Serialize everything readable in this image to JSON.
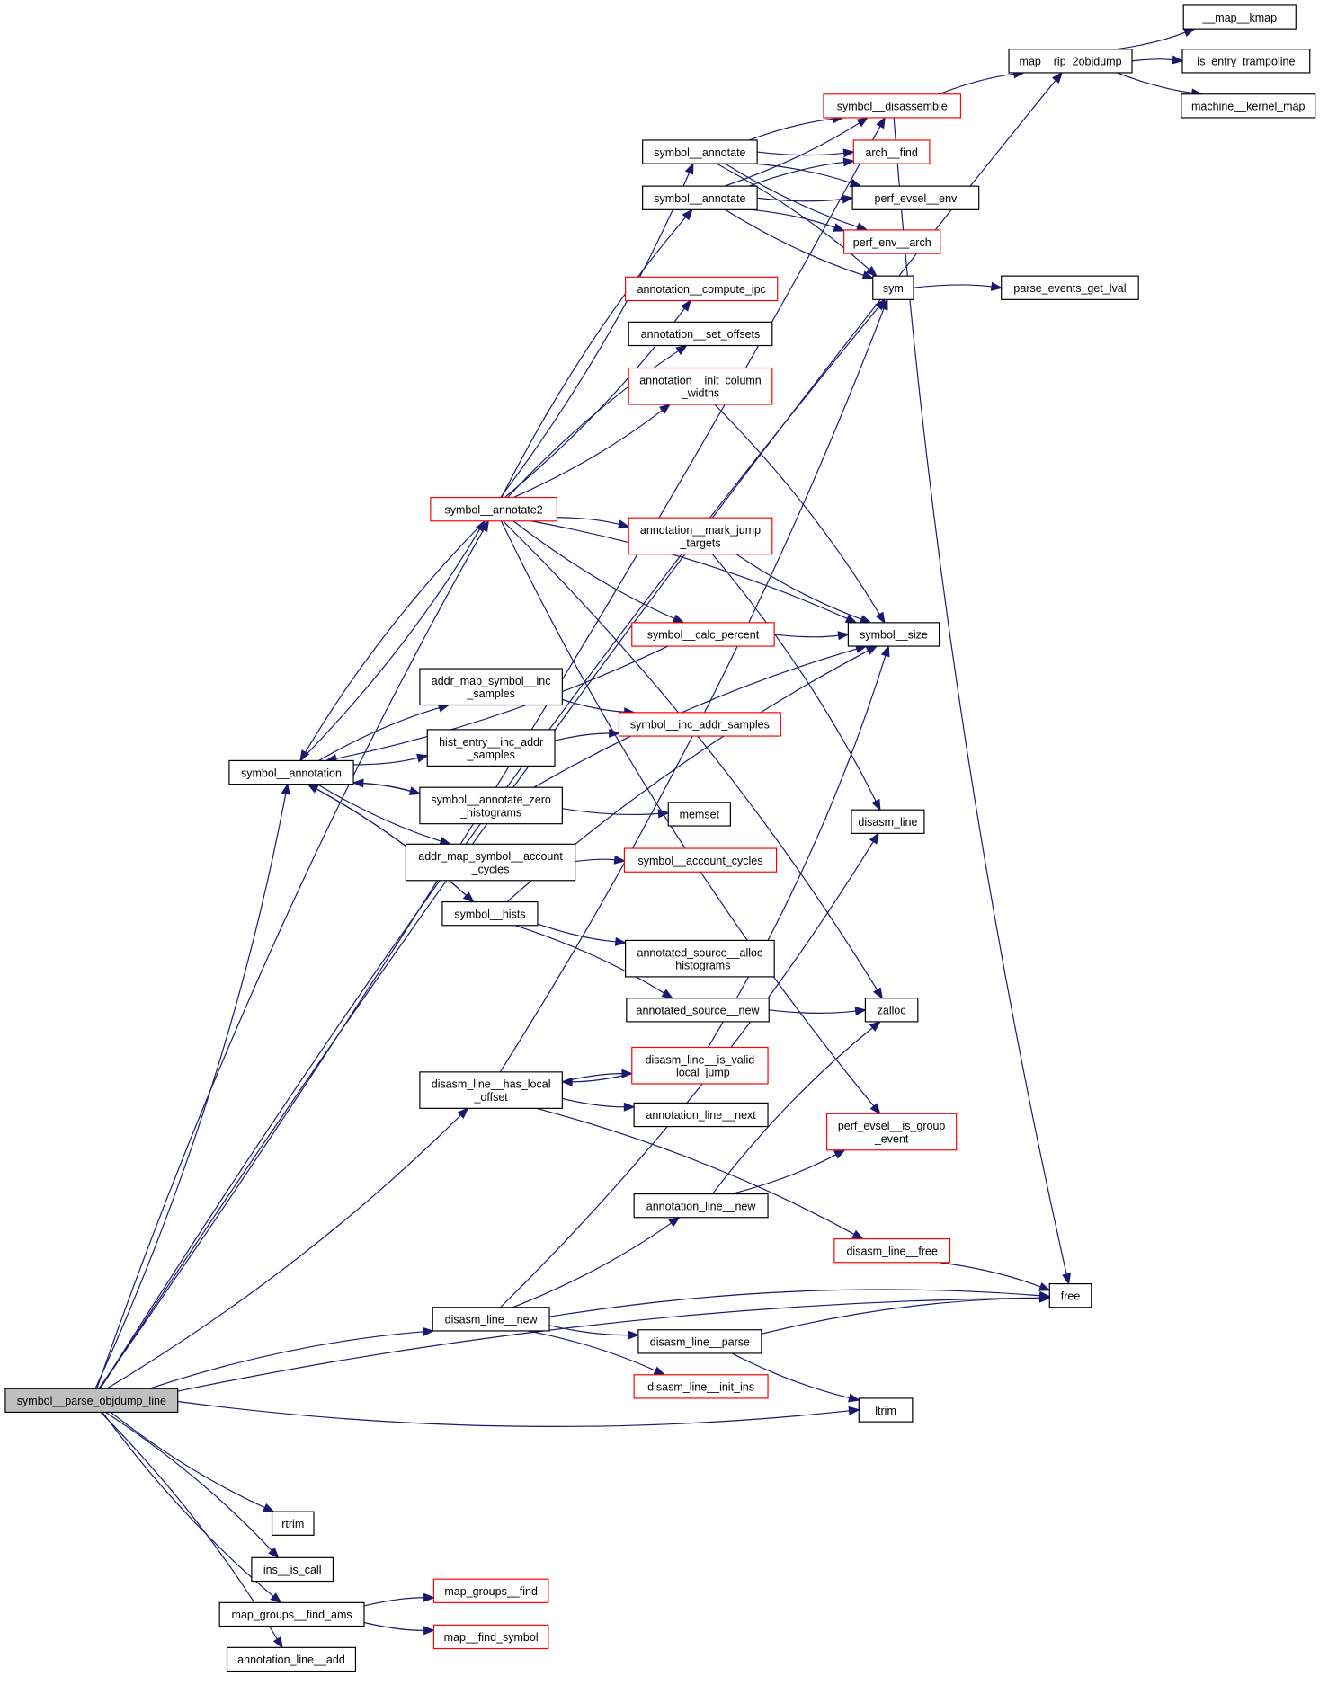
{
  "title": "symbol__parse_objdump_line call graph",
  "colors": {
    "edge": "#191970",
    "truncated_border": "#ff0000",
    "node_border": "#000000",
    "root_fill": "#bfbfbf"
  },
  "nodes": [
    {
      "id": "root",
      "label": [
        "symbol__parse_objdump_line"
      ],
      "root": true,
      "truncated": false
    },
    {
      "id": "map_rip",
      "label": [
        "map__rip_2objdump"
      ],
      "truncated": false
    },
    {
      "id": "map_kmap",
      "label": [
        "__map__kmap"
      ],
      "truncated": false
    },
    {
      "id": "is_entry",
      "label": [
        "is_entry_trampoline"
      ],
      "truncated": false
    },
    {
      "id": "kernel_map",
      "label": [
        "machine__kernel_map"
      ],
      "truncated": false
    },
    {
      "id": "disassemble",
      "label": [
        "symbol__disassemble"
      ],
      "truncated": true
    },
    {
      "id": "annotate_a",
      "label": [
        "symbol__annotate"
      ],
      "truncated": false
    },
    {
      "id": "annotate_b",
      "label": [
        "symbol__annotate"
      ],
      "truncated": false
    },
    {
      "id": "arch_find",
      "label": [
        "arch__find"
      ],
      "truncated": true
    },
    {
      "id": "evsel_env",
      "label": [
        "perf_evsel__env"
      ],
      "truncated": false
    },
    {
      "id": "env_arch",
      "label": [
        "perf_env__arch"
      ],
      "truncated": true
    },
    {
      "id": "sym",
      "label": [
        "sym"
      ],
      "truncated": false
    },
    {
      "id": "parse_lval",
      "label": [
        "parse_events_get_lval"
      ],
      "truncated": false
    },
    {
      "id": "compute_ipc",
      "label": [
        "annotation__compute_ipc"
      ],
      "truncated": true
    },
    {
      "id": "set_offsets",
      "label": [
        "annotation__set_offsets"
      ],
      "truncated": false
    },
    {
      "id": "init_col",
      "label": [
        "annotation__init_column",
        "_widths"
      ],
      "truncated": true
    },
    {
      "id": "annotate2",
      "label": [
        "symbol__annotate2"
      ],
      "truncated": true
    },
    {
      "id": "mark_jump",
      "label": [
        "annotation__mark_jump",
        "_targets"
      ],
      "truncated": true
    },
    {
      "id": "calc_percent",
      "label": [
        "symbol__calc_percent"
      ],
      "truncated": true
    },
    {
      "id": "sym_size",
      "label": [
        "symbol__size"
      ],
      "truncated": false
    },
    {
      "id": "addr_inc",
      "label": [
        "addr_map_symbol__inc",
        "_samples"
      ],
      "truncated": false
    },
    {
      "id": "inc_addr",
      "label": [
        "symbol__inc_addr_samples"
      ],
      "truncated": true
    },
    {
      "id": "hist_inc",
      "label": [
        "hist_entry__inc_addr",
        "_samples"
      ],
      "truncated": false
    },
    {
      "id": "annotation",
      "label": [
        "symbol__annotation"
      ],
      "truncated": false
    },
    {
      "id": "zero_hist",
      "label": [
        "symbol__annotate_zero",
        "_histograms"
      ],
      "truncated": false
    },
    {
      "id": "memset",
      "label": [
        "memset"
      ],
      "truncated": false
    },
    {
      "id": "disasm_line",
      "label": [
        "disasm_line"
      ],
      "truncated": false
    },
    {
      "id": "addr_acc",
      "label": [
        "addr_map_symbol__account",
        "_cycles"
      ],
      "truncated": false
    },
    {
      "id": "acc_cycles",
      "label": [
        "symbol__account_cycles"
      ],
      "truncated": true
    },
    {
      "id": "hists",
      "label": [
        "symbol__hists"
      ],
      "truncated": false
    },
    {
      "id": "alloc_hist",
      "label": [
        "annotated_source__alloc",
        "_histograms"
      ],
      "truncated": false
    },
    {
      "id": "src_new",
      "label": [
        "annotated_source__new"
      ],
      "truncated": false
    },
    {
      "id": "zalloc",
      "label": [
        "zalloc"
      ],
      "truncated": false
    },
    {
      "id": "valid_jump",
      "label": [
        "disasm_line__is_valid",
        "_local_jump"
      ],
      "truncated": true
    },
    {
      "id": "has_local",
      "label": [
        "disasm_line__has_local",
        "_offset"
      ],
      "truncated": false
    },
    {
      "id": "line_next",
      "label": [
        "annotation_line__next"
      ],
      "truncated": false
    },
    {
      "id": "group_event",
      "label": [
        "perf_evsel__is_group",
        "_event"
      ],
      "truncated": true
    },
    {
      "id": "line_new",
      "label": [
        "annotation_line__new"
      ],
      "truncated": false
    },
    {
      "id": "dl_free",
      "label": [
        "disasm_line__free"
      ],
      "truncated": true
    },
    {
      "id": "free",
      "label": [
        "free"
      ],
      "truncated": false
    },
    {
      "id": "dl_new",
      "label": [
        "disasm_line__new"
      ],
      "truncated": false
    },
    {
      "id": "dl_parse",
      "label": [
        "disasm_line__parse"
      ],
      "truncated": false
    },
    {
      "id": "dl_init_ins",
      "label": [
        "disasm_line__init_ins"
      ],
      "truncated": true
    },
    {
      "id": "ltrim",
      "label": [
        "ltrim"
      ],
      "truncated": false
    },
    {
      "id": "rtrim",
      "label": [
        "rtrim"
      ],
      "truncated": false
    },
    {
      "id": "ins_call",
      "label": [
        "ins__is_call"
      ],
      "truncated": false
    },
    {
      "id": "find_ams",
      "label": [
        "map_groups__find_ams"
      ],
      "truncated": false
    },
    {
      "id": "mg_find",
      "label": [
        "map_groups__find"
      ],
      "truncated": true
    },
    {
      "id": "find_symbol",
      "label": [
        "map__find_symbol"
      ],
      "truncated": true
    },
    {
      "id": "line_add",
      "label": [
        "annotation_line__add"
      ],
      "truncated": false
    }
  ],
  "edges": [
    [
      "root",
      "map_rip"
    ],
    [
      "root",
      "disassemble"
    ],
    [
      "root",
      "sym"
    ],
    [
      "root",
      "annotation"
    ],
    [
      "root",
      "annotate2"
    ],
    [
      "root",
      "has_local"
    ],
    [
      "root",
      "dl_new"
    ],
    [
      "root",
      "ltrim"
    ],
    [
      "root",
      "free"
    ],
    [
      "root",
      "rtrim"
    ],
    [
      "root",
      "ins_call"
    ],
    [
      "root",
      "find_ams"
    ],
    [
      "root",
      "line_add"
    ],
    [
      "map_rip",
      "map_kmap"
    ],
    [
      "map_rip",
      "is_entry"
    ],
    [
      "map_rip",
      "kernel_map"
    ],
    [
      "disassemble",
      "map_rip"
    ],
    [
      "disassemble",
      "free"
    ],
    [
      "annotate_a",
      "disassemble"
    ],
    [
      "annotate_a",
      "arch_find"
    ],
    [
      "annotate_a",
      "evsel_env"
    ],
    [
      "annotate_a",
      "env_arch"
    ],
    [
      "annotate_a",
      "sym"
    ],
    [
      "annotate_b",
      "disassemble"
    ],
    [
      "annotate_b",
      "arch_find"
    ],
    [
      "annotate_b",
      "evsel_env"
    ],
    [
      "annotate_b",
      "env_arch"
    ],
    [
      "annotate_b",
      "sym"
    ],
    [
      "sym",
      "parse_lval"
    ],
    [
      "annotate2",
      "annotate_a"
    ],
    [
      "annotate2",
      "annotate_b"
    ],
    [
      "annotate2",
      "compute_ipc"
    ],
    [
      "annotate2",
      "set_offsets"
    ],
    [
      "annotate2",
      "init_col"
    ],
    [
      "annotate2",
      "mark_jump"
    ],
    [
      "annotate2",
      "calc_percent"
    ],
    [
      "annotate2",
      "sym_size"
    ],
    [
      "annotate2",
      "annotation"
    ],
    [
      "annotate2",
      "zalloc"
    ],
    [
      "annotate2",
      "group_event"
    ],
    [
      "init_col",
      "sym_size"
    ],
    [
      "mark_jump",
      "sym_size"
    ],
    [
      "mark_jump",
      "disasm_line"
    ],
    [
      "calc_percent",
      "sym_size"
    ],
    [
      "calc_percent",
      "annotation"
    ],
    [
      "annotation",
      "annotate2"
    ],
    [
      "annotation",
      "addr_inc"
    ],
    [
      "annotation",
      "hist_inc"
    ],
    [
      "annotation",
      "zero_hist"
    ],
    [
      "annotation",
      "addr_acc"
    ],
    [
      "annotation",
      "hists"
    ],
    [
      "addr_inc",
      "inc_addr"
    ],
    [
      "hist_inc",
      "inc_addr"
    ],
    [
      "zero_hist",
      "annotation"
    ],
    [
      "zero_hist",
      "sym_size"
    ],
    [
      "zero_hist",
      "memset"
    ],
    [
      "addr_acc",
      "acc_cycles"
    ],
    [
      "hists",
      "annotation"
    ],
    [
      "hists",
      "sym_size"
    ],
    [
      "hists",
      "alloc_hist"
    ],
    [
      "hists",
      "src_new"
    ],
    [
      "src_new",
      "zalloc"
    ],
    [
      "valid_jump",
      "has_local"
    ],
    [
      "valid_jump",
      "sym_size"
    ],
    [
      "has_local",
      "valid_jump"
    ],
    [
      "has_local",
      "line_next"
    ],
    [
      "has_local",
      "dl_free"
    ],
    [
      "has_local",
      "sym"
    ],
    [
      "line_new",
      "zalloc"
    ],
    [
      "line_new",
      "group_event"
    ],
    [
      "dl_free",
      "free"
    ],
    [
      "dl_new",
      "line_new"
    ],
    [
      "dl_new",
      "free"
    ],
    [
      "dl_new",
      "dl_parse"
    ],
    [
      "dl_new",
      "dl_init_ins"
    ],
    [
      "dl_new",
      "disasm_line"
    ],
    [
      "dl_parse",
      "free"
    ],
    [
      "dl_parse",
      "ltrim"
    ],
    [
      "find_ams",
      "mg_find"
    ],
    [
      "find_ams",
      "find_symbol"
    ]
  ]
}
